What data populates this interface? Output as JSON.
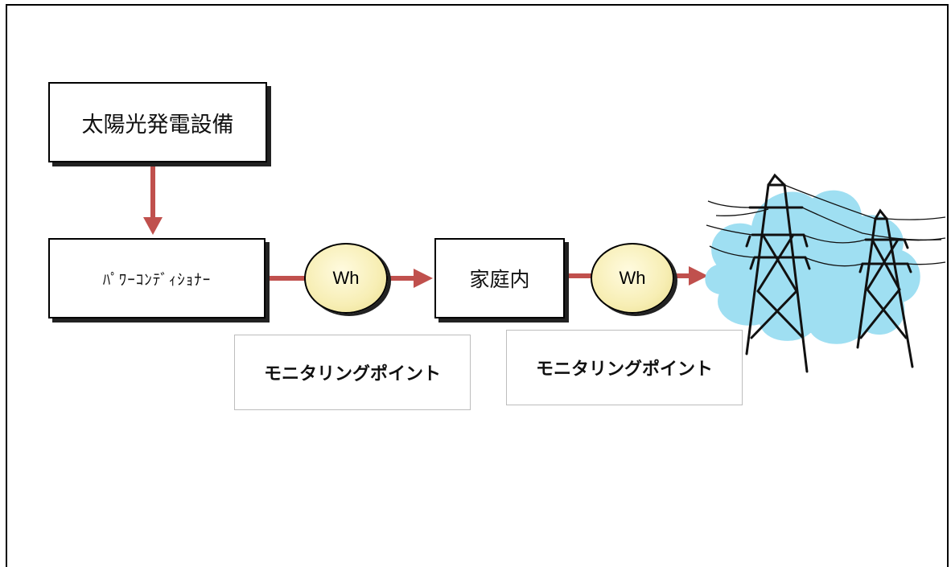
{
  "diagram": {
    "solar_box": "太陽光発電設備",
    "pcs_box": "ﾊﾟﾜｰｺﾝﾃﾞｨｼｮﾅｰ",
    "home_box": "家庭内",
    "meter_1": "Wh",
    "meter_2": "Wh",
    "monitor_label_1": "モニタリングポイント",
    "monitor_label_2": "モニタリングポイント"
  },
  "colors": {
    "arrow": "#c0504d",
    "meter_fill": "#f7eeb4",
    "cloud": "#9fdff2"
  },
  "icons": {
    "grid": "power-transmission-tower-icon"
  }
}
